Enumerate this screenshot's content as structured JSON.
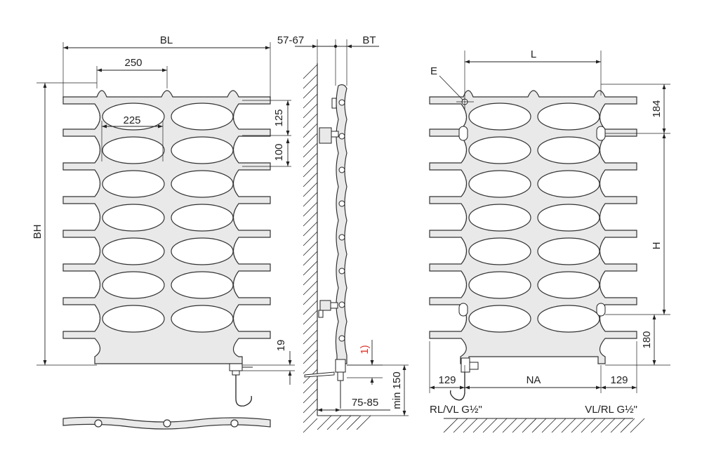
{
  "dims": {
    "bl": "BL",
    "bh": "BH",
    "w250": "250",
    "w225": "225",
    "h125": "125",
    "h100": "100",
    "h19": "19",
    "wall_gap": "57-67",
    "bt": "BT",
    "note1": "1)",
    "min150": "min 150",
    "r7585": "75-85",
    "l": "L",
    "e": "E",
    "h184": "184",
    "h": "H",
    "h180": "180",
    "na": "NA",
    "left129": "129",
    "right129": "129",
    "conn_left": "RL/VL G½\"",
    "conn_right": "VL/RL G½\""
  },
  "colors": {
    "panel": "#e9e9ea",
    "line": "#222222",
    "note": "#d9352b"
  },
  "icons": [
    "hatch-wall",
    "valve",
    "hook",
    "bracket"
  ]
}
